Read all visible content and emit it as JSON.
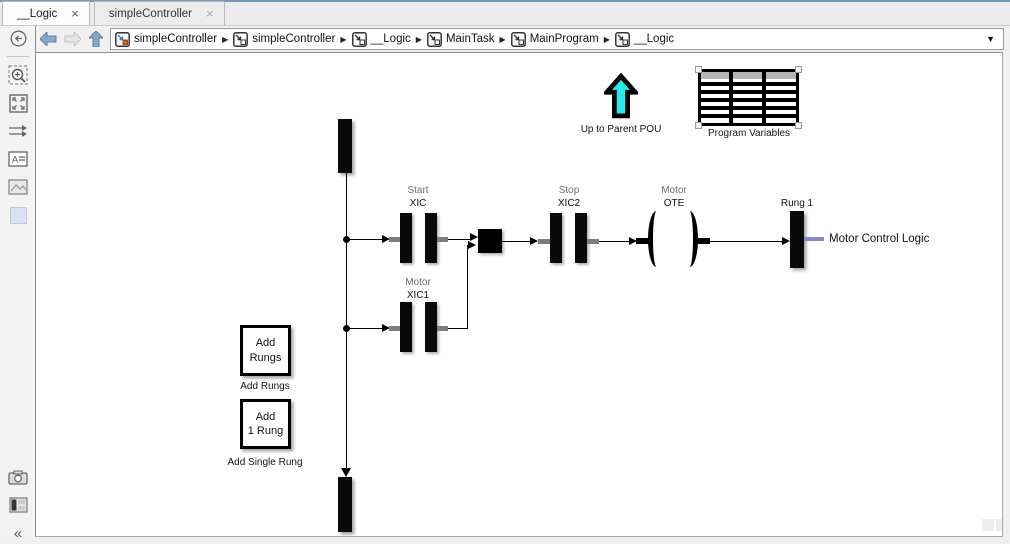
{
  "tabs": [
    {
      "label": "__Logic",
      "close_icon": "×"
    },
    {
      "label": "simpleController",
      "close_icon": "×"
    }
  ],
  "nav": {
    "breadcrumb_items": [
      {
        "label": "simpleController"
      },
      {
        "label": "simpleController"
      },
      {
        "label": "__Logic"
      },
      {
        "label": "MainTask"
      },
      {
        "label": "MainProgram"
      },
      {
        "label": "__Logic"
      }
    ],
    "separator_icon": "▶",
    "dropdown_icon": "▼"
  },
  "toolbar": {
    "collapse_icon": "«",
    "icon_names": [
      "back-to-parent",
      "zoom-to-region",
      "fit-to-view",
      "route-signals",
      "annotation",
      "image",
      "area",
      "screenshot",
      "panel-layout",
      "collapse"
    ]
  },
  "canvas": {
    "up_block": {
      "label": "Up to Parent POU"
    },
    "program_variables": {
      "label": "Program Variables"
    },
    "start_contact": {
      "var": "Start",
      "type": "XIC"
    },
    "stop_contact": {
      "var": "Stop",
      "type": "XIC2"
    },
    "motor_contact": {
      "var": "Motor",
      "type": "XIC1"
    },
    "motor_coil": {
      "var": "Motor",
      "type": "OTE"
    },
    "rung_terminal": {
      "label": "Rung 1"
    },
    "annotation": {
      "text": "Motor Control Logic"
    },
    "add_rungs_block": {
      "line1": "Add",
      "line2": "Rungs",
      "label": "Add Rungs"
    },
    "add_single_rung_block": {
      "line1": "Add",
      "line2": "1 Rung",
      "label": "Add Single Rung"
    }
  },
  "colors": {
    "up_arrow_fill": "#29E8EA",
    "annotation_connector": "#8789CF",
    "table_header": "#b5b5b5",
    "nav_arrow_enabled": "#8BA7C7",
    "nav_arrow_disabled": "#E2E2E2",
    "breadcrumb_model_badge": "#E05C2A",
    "selection_handle": "#FAFAFA"
  }
}
